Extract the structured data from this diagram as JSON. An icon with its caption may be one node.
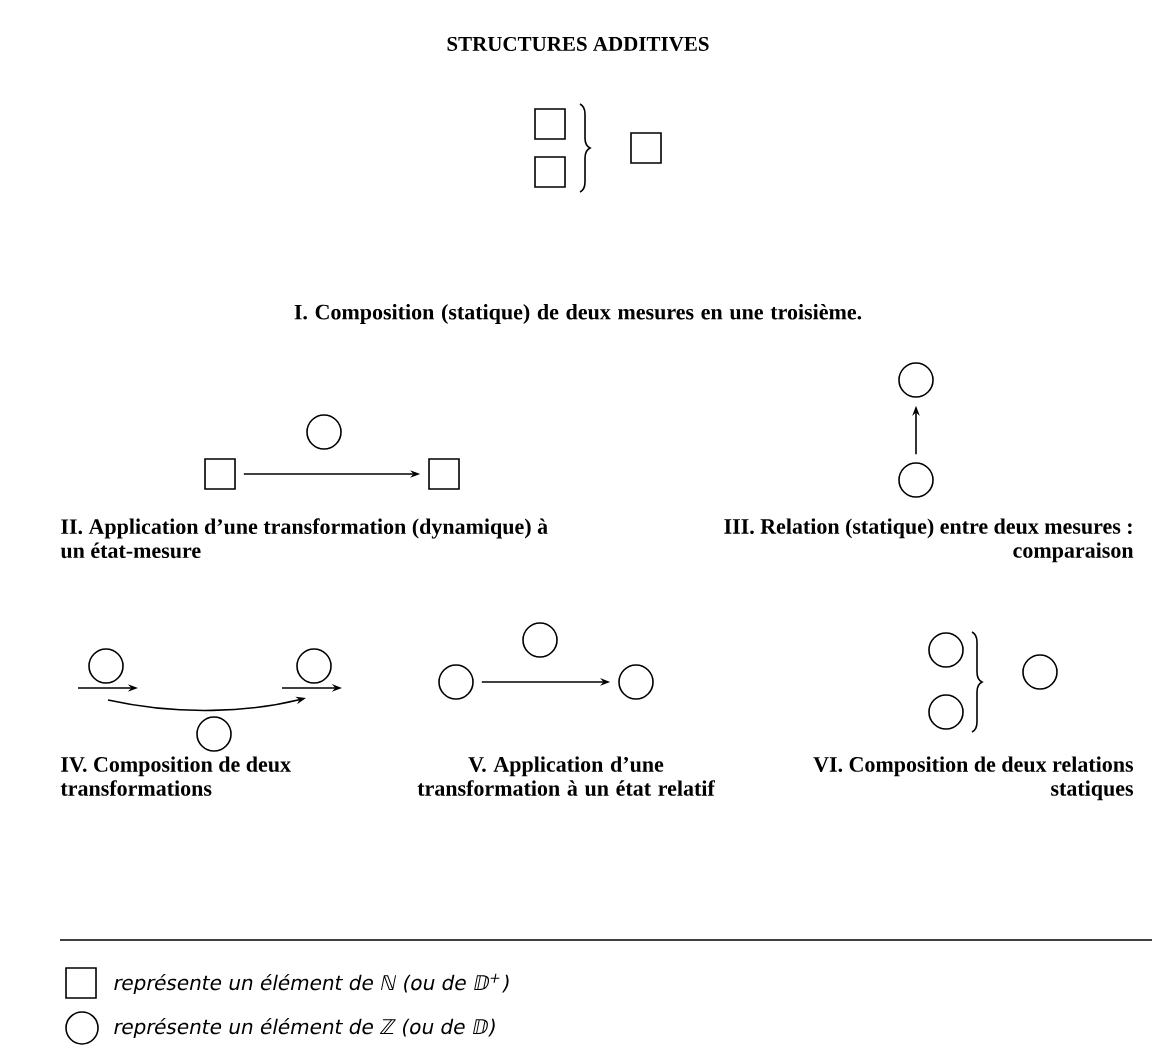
{
  "diagram": {
    "title": "STRUCTURES ADDITIVES",
    "nodes": [
      {
        "text": [],
        "shape": "box"
      },
      {
        "text": [],
        "shape": "box"
      },
      {
        "text": [],
        "shape": "box"
      },
      {
        "text": [],
        "shape": "circle"
      },
      {
        "text": [],
        "shape": "box"
      },
      {
        "text": [],
        "shape": "box"
      },
      {
        "text": [],
        "shape": "circle"
      },
      {
        "text": [],
        "shape": "circle"
      },
      {
        "text": [],
        "shape": "circle"
      },
      {
        "text": [],
        "shape": "circle"
      },
      {
        "text": [],
        "shape": "circle"
      },
      {
        "text": [],
        "shape": "circle"
      },
      {
        "text": [],
        "shape": "circle"
      },
      {
        "text": [],
        "shape": "circle"
      },
      {
        "text": [],
        "shape": "circle"
      },
      {
        "text": [],
        "shape": "circle"
      },
      {
        "text": [],
        "shape": "circle"
      }
    ],
    "edges": [
      {
        "from": 4,
        "to": 5,
        "arrow": "to"
      },
      {
        "from": 7,
        "to": 6,
        "arrow": "to"
      },
      {
        "from": 11,
        "to": 13,
        "arrow": "to"
      }
    ],
    "labels": [
      "I. Composition (statique) de deux mesures en une troisième.",
      "II. Application d’une transformation (dynamique) à un état-mesure",
      "III. Relation (statique) entre deux mesures : comparaison",
      "IV. Composition de deux transformations",
      "V. Application d’une transformation à un état relatif",
      "VI. Composition de deux relations statiques"
    ],
    "legend": [
      {
        "text": "représente un élément de ℕ (ou de 𝔻$^{+}$)"
      },
      {
        "text": "représente un élément de ℤ (ou de 𝔻)"
      }
    ]
  }
}
